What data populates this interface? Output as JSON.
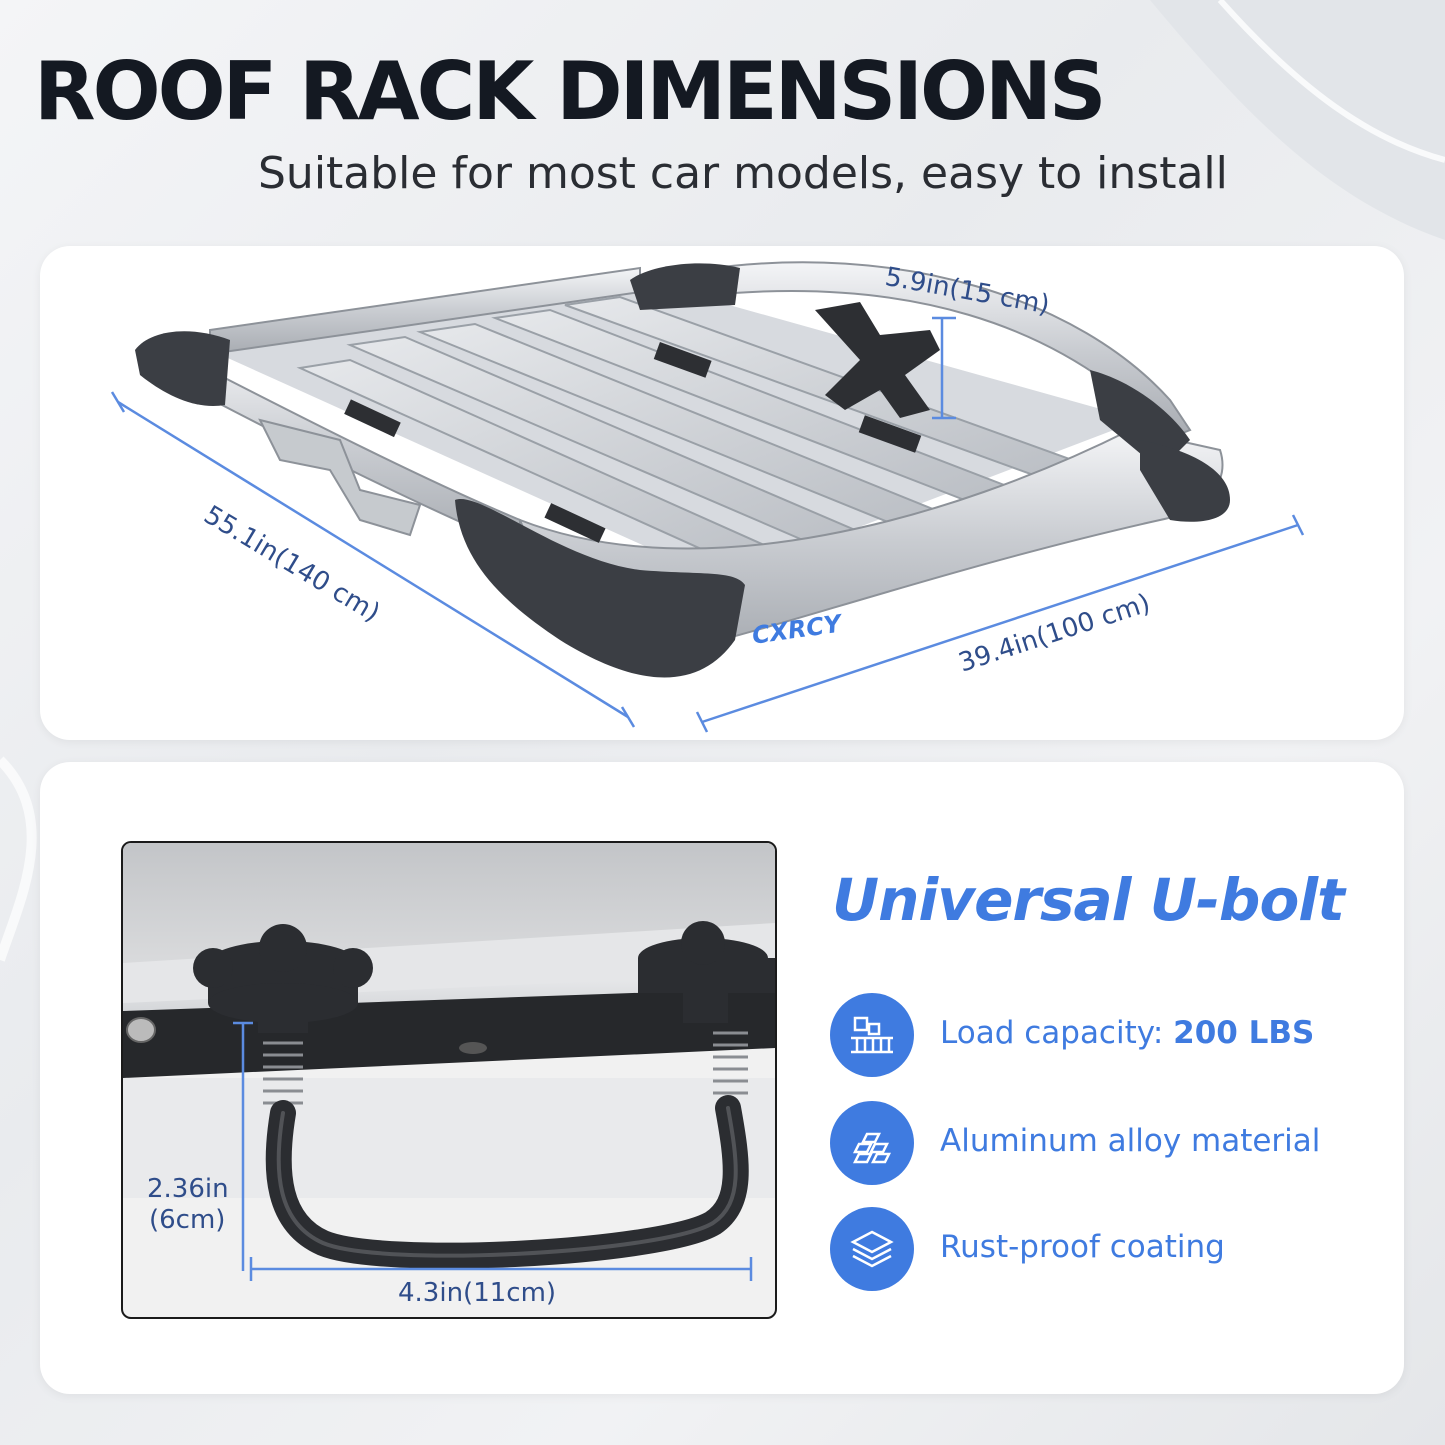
{
  "header": {
    "title": "ROOF RACK DIMENSIONS",
    "subtitle": "Suitable for most car models, easy to install"
  },
  "rack": {
    "brand": "CXRCY",
    "dim_height": "5.9in(15 cm)",
    "dim_length": "55.1in(140 cm)",
    "dim_width": "39.4in(100 cm)"
  },
  "ubolt": {
    "title": "Universal U-bolt",
    "dim_height_line1": "2.36in",
    "dim_height_line2": "(6cm)",
    "dim_width": "4.3in(11cm)"
  },
  "features": [
    {
      "icon": "load-capacity-icon",
      "label": "Load capacity: ",
      "value": "200 LBS"
    },
    {
      "icon": "aluminum-bars-icon",
      "label": "Aluminum alloy material",
      "value": ""
    },
    {
      "icon": "layers-icon",
      "label": "Rust-proof coating",
      "value": ""
    }
  ],
  "colors": {
    "accent": "#3f7be0",
    "dimension_line": "#5b8be0",
    "title": "#141922"
  }
}
